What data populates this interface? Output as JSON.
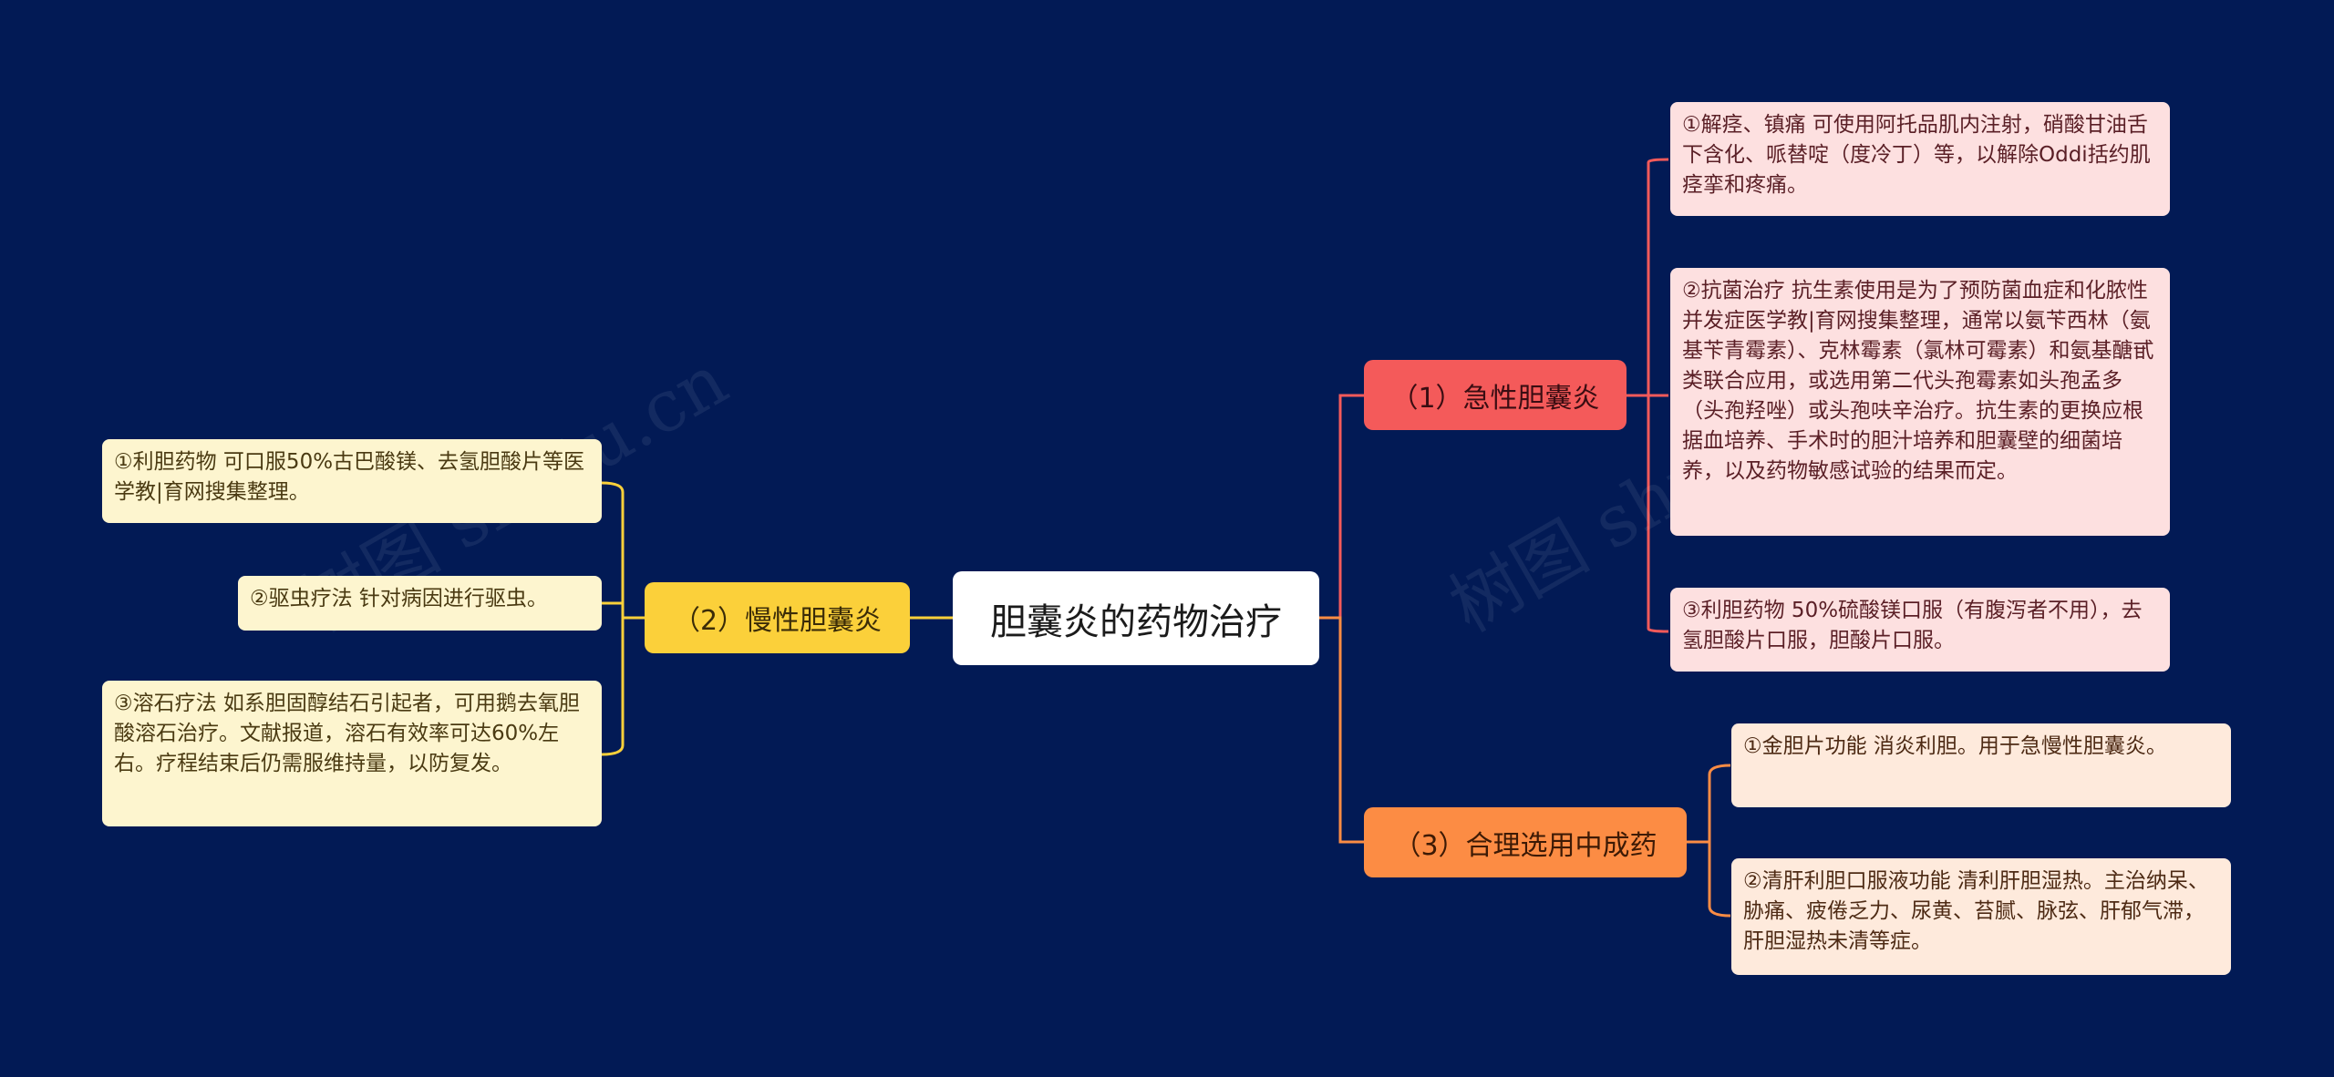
{
  "root": {
    "title": "胆囊炎的药物治疗"
  },
  "branches": {
    "acute": {
      "label": "（1）急性胆囊炎",
      "items": [
        "①解痉、镇痛 可使用阿托品肌内注射，硝酸甘油舌下含化、哌替啶（度冷丁）等，以解除Oddi括约肌痉挛和疼痛。",
        "②抗菌治疗 抗生素使用是为了预防菌血症和化脓性并发症医学教|育网搜集整理，通常以氨苄西林（氨基苄青霉素）、克林霉素（氯林可霉素）和氨基醣甙类联合应用，或选用第二代头孢霉素如头孢孟多（头孢羟唑）或头孢呋辛治疗。抗生素的更换应根据血培养、手术时的胆汁培养和胆囊壁的细菌培养，以及药物敏感试验的结果而定。",
        "③利胆药物 50%硫酸镁口服（有腹泻者不用），去氢胆酸片口服，胆酸片口服。"
      ]
    },
    "chronic": {
      "label": "（2）慢性胆囊炎",
      "items": [
        "①利胆药物 可口服50%古巴酸镁、去氢胆酸片等医学教|育网搜集整理。",
        "②驱虫疗法 针对病因进行驱虫。",
        "③溶石疗法 如系胆固醇结石引起者，可用鹅去氧胆酸溶石治疗。文献报道，溶石有效率可达60%左右。疗程结束后仍需服维持量，以防复发。"
      ]
    },
    "tcm": {
      "label": "（3）合理选用中成药",
      "items": [
        "①金胆片功能 消炎利胆。用于急慢性胆囊炎。",
        "②清肝利胆口服液功能 清利肝胆湿热。主治纳呆、胁痛、疲倦乏力、尿黄、苔腻、脉弦、肝郁气滞，肝胆湿热未清等症。"
      ]
    }
  },
  "watermarks": [
    "树图 shutu.cn",
    "树图 shutu.cn"
  ],
  "colors": {
    "background": "#021a55",
    "acute": "#f45a5a",
    "chronic": "#fbd03a",
    "tcm": "#fc8c44",
    "root_line": "#f0a030"
  }
}
